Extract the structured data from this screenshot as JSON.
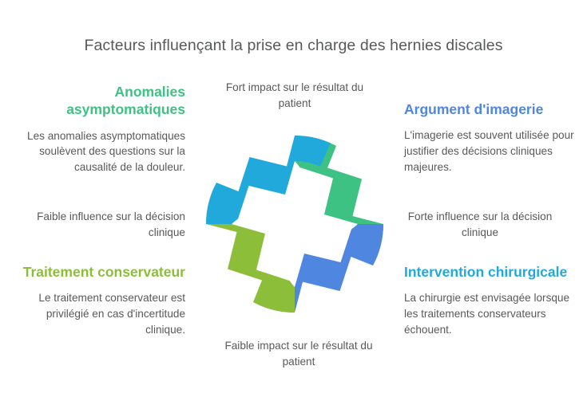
{
  "title": "Facteurs influençant la prise en charge des hernies discales",
  "colors": {
    "cyan": "#22a9db",
    "green": "#3dc283",
    "blue": "#4e86e0",
    "olive": "#8cbe3a",
    "text_grey": "#57595b",
    "title_grey": "#57595b",
    "background": "#ffffff"
  },
  "captions": {
    "top": "Fort impact sur le résultat du patient",
    "bottom": "Faible impact sur le résultat du patient"
  },
  "quadrants": [
    {
      "id": "top-left",
      "heading": "Anomalies asymptomatiques",
      "color": "#3dc283",
      "body": "Les anomalies asymptomatiques soulèvent des questions sur la causalité de la douleur.",
      "note": "Faible influence sur la décision clinique"
    },
    {
      "id": "top-right",
      "heading": "Argument d'imagerie",
      "color": "#4e86e0",
      "body": "L'imagerie est souvent utilisée pour justifier des décisions cliniques majeures.",
      "note": "Forte influence sur la décision clinique"
    },
    {
      "id": "bottom-left",
      "heading": "Traitement conservateur",
      "color": "#8cbe3a",
      "body": "Le traitement conservateur est privilégié en cas d'incertitude clinique.",
      "note": ""
    },
    {
      "id": "bottom-right",
      "heading": "Intervention chirurgicale",
      "color": "#22a9db",
      "body": "La chirurgie est envisagée lorsque les traitements conservateurs échouent.",
      "note": ""
    }
  ],
  "diagram": {
    "name": "cycle-ring",
    "segments": [
      {
        "position": "top-left",
        "color": "#22a9db"
      },
      {
        "position": "top-right",
        "color": "#3dc283"
      },
      {
        "position": "bottom-right",
        "color": "#4e86e0"
      },
      {
        "position": "bottom-left",
        "color": "#8cbe3a"
      }
    ]
  }
}
